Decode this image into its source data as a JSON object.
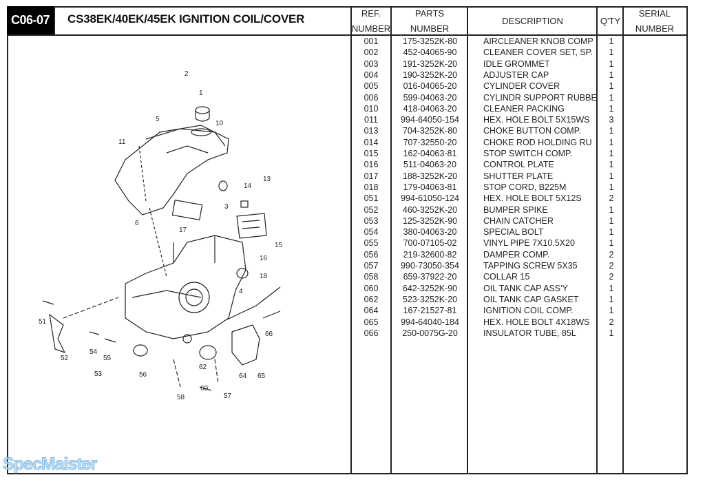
{
  "header": {
    "code": "C06-07",
    "title": "CS38EK/40EK/45EK  IGNITION COIL/COVER"
  },
  "columns": {
    "ref": [
      "REF.",
      "NUMBER"
    ],
    "parts": [
      "PARTS",
      "NUMBER"
    ],
    "description": "DESCRIPTION",
    "qty": "Q'TY",
    "serial": [
      "SERIAL",
      "NUMBER"
    ]
  },
  "rows": [
    {
      "ref": "001",
      "part": "175-3252K-80",
      "desc": "AIRCLEANER KNOB COMP",
      "qty": "1"
    },
    {
      "ref": "002",
      "part": "452-04065-90",
      "desc": "CLEANER COVER SET, SP.",
      "qty": "1"
    },
    {
      "ref": "003",
      "part": "191-3252K-20",
      "desc": "IDLE GROMMET",
      "qty": "1"
    },
    {
      "ref": "004",
      "part": "190-3252K-20",
      "desc": "ADJUSTER CAP",
      "qty": "1"
    },
    {
      "ref": "005",
      "part": "016-04065-20",
      "desc": "CYLINDER COVER",
      "qty": "1"
    },
    {
      "ref": "006",
      "part": "599-04063-20",
      "desc": "CYLINDR SUPPORT RUBBE",
      "qty": "1"
    },
    {
      "ref": "010",
      "part": "418-04063-20",
      "desc": "CLEANER PACKING",
      "qty": "1"
    },
    {
      "ref": "011",
      "part": "994-64050-154",
      "desc": "HEX. HOLE BOLT 5X15WS",
      "qty": "3"
    },
    {
      "ref": "013",
      "part": "704-3252K-80",
      "desc": "CHOKE BUTTON COMP.",
      "qty": "1"
    },
    {
      "ref": "014",
      "part": "707-32550-20",
      "desc": "CHOKE ROD HOLDING RU",
      "qty": "1"
    },
    {
      "ref": "015",
      "part": "162-04063-81",
      "desc": "STOP SWITCH COMP.",
      "qty": "1"
    },
    {
      "ref": "016",
      "part": "511-04063-20",
      "desc": "CONTROL PLATE",
      "qty": "1"
    },
    {
      "ref": "017",
      "part": "188-3252K-20",
      "desc": "SHUTTER PLATE",
      "qty": "1"
    },
    {
      "ref": "018",
      "part": "179-04063-81",
      "desc": "STOP CORD, B225M",
      "qty": "1"
    },
    {
      "ref": "051",
      "part": "994-61050-124",
      "desc": "HEX. HOLE BOLT 5X12S",
      "qty": "2"
    },
    {
      "ref": "052",
      "part": "460-3252K-20",
      "desc": "BUMPER SPIKE",
      "qty": "1"
    },
    {
      "ref": "053",
      "part": "125-3252K-90",
      "desc": "CHAIN CATCHER",
      "qty": "1"
    },
    {
      "ref": "054",
      "part": "380-04063-20",
      "desc": "SPECIAL BOLT",
      "qty": "1"
    },
    {
      "ref": "055",
      "part": "700-07105-02",
      "desc": "VINYL PIPE  7X10.5X20",
      "qty": "1"
    },
    {
      "ref": "056",
      "part": "219-32600-82",
      "desc": "DAMPER COMP.",
      "qty": "2"
    },
    {
      "ref": "057",
      "part": "990-73050-354",
      "desc": "TAPPING SCREW 5X35",
      "qty": "2"
    },
    {
      "ref": "058",
      "part": "659-37922-20",
      "desc": "COLLAR 15",
      "qty": "2"
    },
    {
      "ref": "060",
      "part": "642-3252K-90",
      "desc": "OIL TANK CAP ASS'Y",
      "qty": "1"
    },
    {
      "ref": "062",
      "part": "523-3252K-20",
      "desc": "OIL TANK CAP GASKET",
      "qty": "1"
    },
    {
      "ref": "064",
      "part": "167-21527-81",
      "desc": "IGNITION COIL COMP.",
      "qty": "1"
    },
    {
      "ref": "065",
      "part": "994-64040-184",
      "desc": "HEX. HOLE BOLT 4X18WS",
      "qty": "2"
    },
    {
      "ref": "066",
      "part": "250-0075G-20",
      "desc": "INSULATOR TUBE, 85L",
      "qty": "1"
    }
  ],
  "diagram_callouts": [
    "2",
    "1",
    "10",
    "5",
    "11",
    "3",
    "14",
    "13",
    "6",
    "17",
    "15",
    "16",
    "4",
    "18",
    "51",
    "52",
    "54",
    "55",
    "53",
    "56",
    "62",
    "60",
    "64",
    "65",
    "66",
    "58",
    "57"
  ],
  "watermark": "SpecMaister"
}
